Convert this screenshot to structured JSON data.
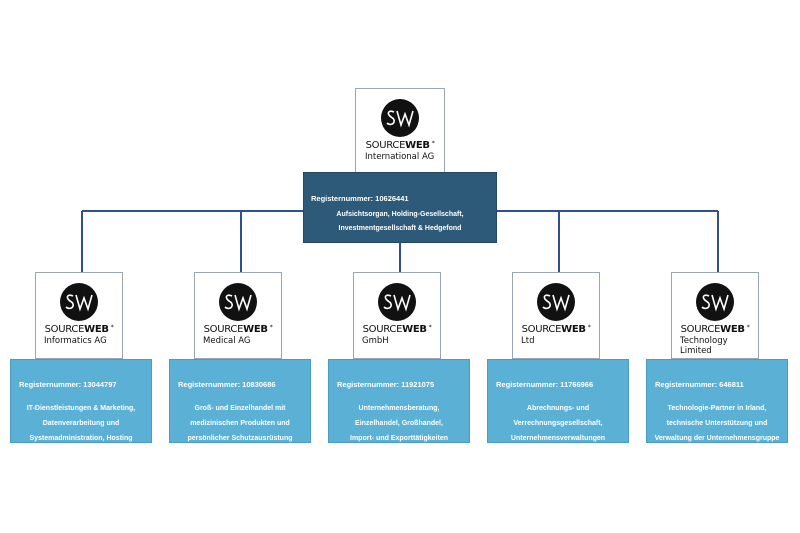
{
  "brand": {
    "part1": "SOURCE",
    "part2": "WEB",
    "mark": "*",
    "logo_text": "SW"
  },
  "colors": {
    "top_box": "#2e5a7a",
    "sub_box": "#5bb0d6",
    "connector": "#2e4f93"
  },
  "root": {
    "entity_lines": [
      "International AG"
    ],
    "registration": "Registernummer: 10626441",
    "description_lines": [
      "Aufsichtsorgan, Holding-Gesellschaft,",
      "Investmentgesellschaft & Hedgefond"
    ]
  },
  "subsidiaries": [
    {
      "entity_lines": [
        "Informatics AG"
      ],
      "registration": "Registernummer: 13044797",
      "description_lines": [
        "IT-Dienstleistungen & Marketing,",
        "Datenverarbeitung und",
        "Systemadministration, Hosting"
      ]
    },
    {
      "entity_lines": [
        "Medical AG"
      ],
      "registration": "Registernummer: 10830686",
      "description_lines": [
        "Groß- und Einzelhandel mit",
        "medizinischen Produkten und",
        "persönlicher Schutzausrüstung"
      ]
    },
    {
      "entity_lines": [
        "GmbH"
      ],
      "registration": "Registernummer: 11921075",
      "description_lines": [
        "Unternehmensberatung,",
        "Einzelhandel, Großhandel,",
        "Import- und Exporttätigkeiten"
      ]
    },
    {
      "entity_lines": [
        "Ltd"
      ],
      "registration": "Registernummer: 11766966",
      "description_lines": [
        "Abrechnungs- und",
        "Verrechnungsgesellschaft,",
        "Unternehmensverwaltungen"
      ]
    },
    {
      "entity_lines": [
        "Technology",
        "Limited"
      ],
      "registration": "Registernummer: 646811",
      "description_lines": [
        "Technologie-Partner in Irland,",
        "technische Unterstützung und",
        "Verwaltung der Unternehmensgruppe"
      ]
    }
  ]
}
